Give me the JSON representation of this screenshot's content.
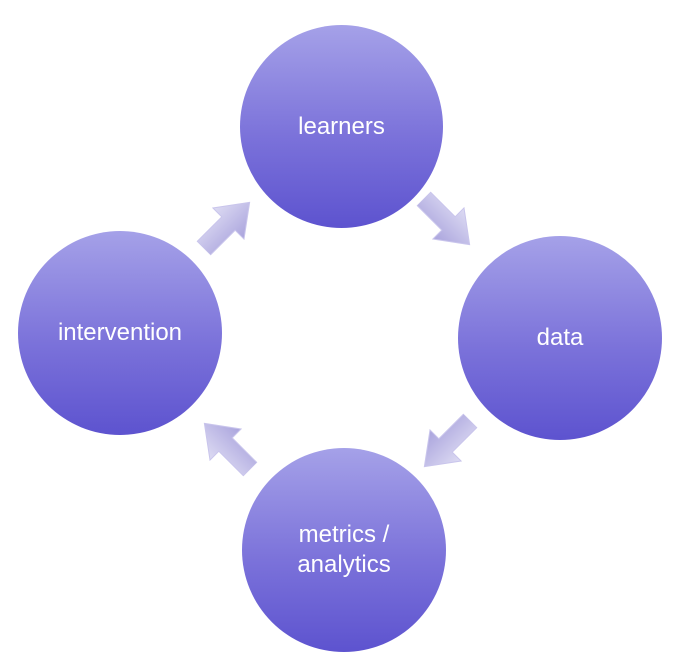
{
  "diagram": {
    "type": "cycle",
    "nodes": [
      {
        "id": "learners",
        "label": "learners"
      },
      {
        "id": "data",
        "label": "data"
      },
      {
        "id": "metrics",
        "label": "metrics / analytics"
      },
      {
        "id": "intervention",
        "label": "intervention"
      }
    ],
    "flow": [
      {
        "from": "learners",
        "to": "data"
      },
      {
        "from": "data",
        "to": "metrics"
      },
      {
        "from": "metrics",
        "to": "intervention"
      },
      {
        "from": "intervention",
        "to": "learners"
      }
    ],
    "colors": {
      "circle_top": "#a5a1e8",
      "circle_bottom": "#5d53cf",
      "arrow_light": "#dddbf3",
      "arrow_dark": "#aaa4dd",
      "text": "#ffffff",
      "background": "#ffffff"
    }
  }
}
